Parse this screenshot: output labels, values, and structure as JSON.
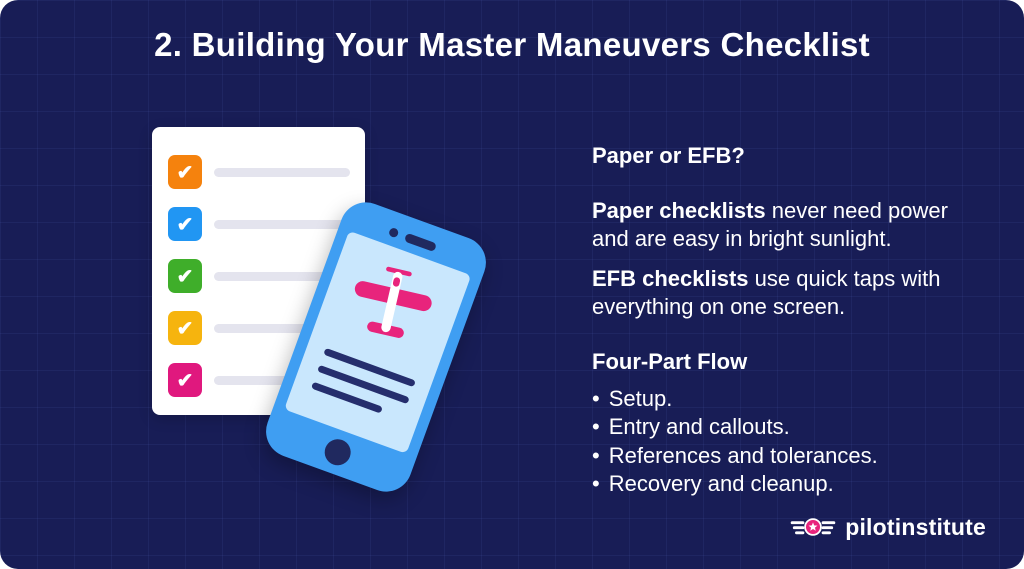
{
  "title": "2. Building Your Master Maneuvers Checklist",
  "content": {
    "heading1": "Paper or EFB?",
    "para1": {
      "bold": "Paper checklists",
      "rest": " never need power and are easy in bright sunlight."
    },
    "para2": {
      "bold": "EFB checklists",
      "rest": " use quick taps with everything on one screen."
    },
    "heading2": "Four-Part Flow",
    "bullet_char": "•",
    "bullets": [
      "Setup.",
      "Entry and callouts.",
      "References and tolerances.",
      "Recovery and cleanup."
    ]
  },
  "logo": {
    "text": "pilotinstitute"
  },
  "illustration": {
    "check_glyph": "✔",
    "checkbox_colors": [
      "#f5820d",
      "#2196f3",
      "#3fae2a",
      "#f6b40e",
      "#e0187e"
    ]
  },
  "colors": {
    "background": "#181d56",
    "grid_line": "rgba(130,150,255,0.07)",
    "phone_body": "#3f9ef2",
    "phone_screen": "#c9e7fd",
    "screen_line": "#252e6d",
    "accent_pink": "#e8247c",
    "paper_line": "#e4e4ee"
  }
}
